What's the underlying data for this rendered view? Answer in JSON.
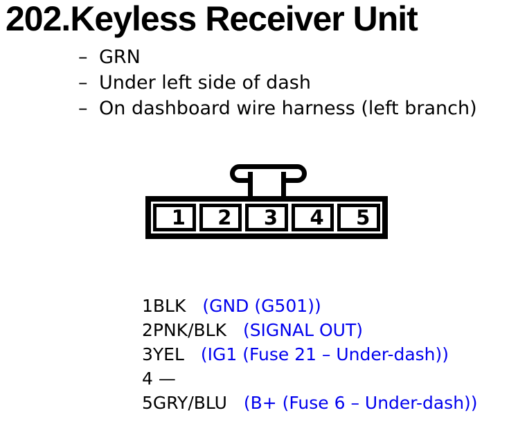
{
  "page": {
    "title": "202.Keyless Receiver Unit",
    "bullet_marker": "–",
    "notes": [
      "GRN",
      "Under left side of dash",
      "On dashboard wire harness (left branch)"
    ]
  },
  "connector": {
    "cells": [
      "1",
      "2",
      "3",
      "4",
      "5"
    ]
  },
  "pins": [
    {
      "label": "1BLK",
      "signal": "(GND (G501))"
    },
    {
      "label": "2PNK/BLK",
      "signal": "(SIGNAL OUT)"
    },
    {
      "label": "3YEL",
      "signal": "(IG1 (Fuse 21 – Under-dash))"
    },
    {
      "label": "4 —",
      "signal": ""
    },
    {
      "label": "5GRY/BLU",
      "signal": "(B+ (Fuse 6 – Under-dash))"
    }
  ],
  "colors": {
    "ink": "#000000",
    "signal_blue": "#0000EE",
    "background": "#FFFFFF"
  }
}
